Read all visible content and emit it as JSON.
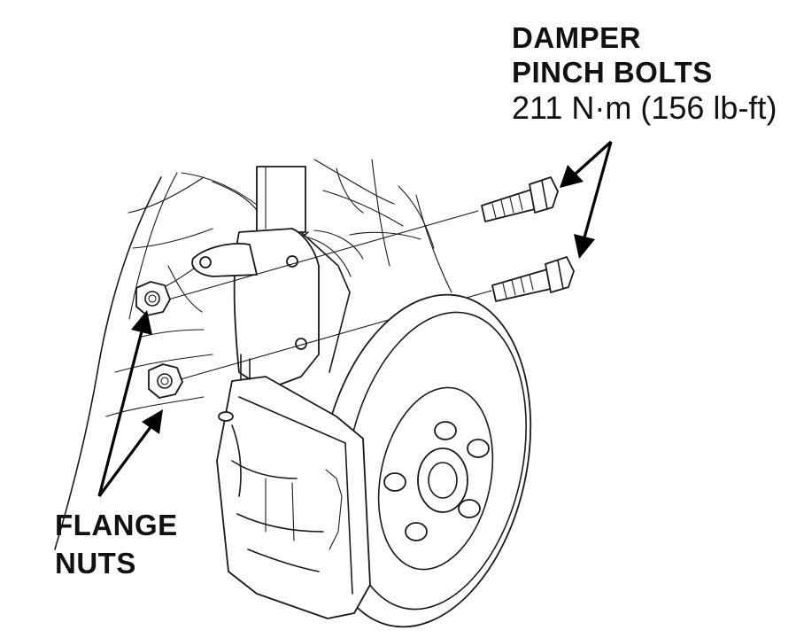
{
  "labels": {
    "damper": {
      "line1": "DAMPER",
      "line2": "PINCH BOLTS",
      "torque": "211 N·m (156 lb-ft)"
    },
    "flange": {
      "line1": "FLANGE",
      "line2": "NUTS"
    }
  },
  "colors": {
    "ink": "#111111",
    "background": "#ffffff"
  }
}
